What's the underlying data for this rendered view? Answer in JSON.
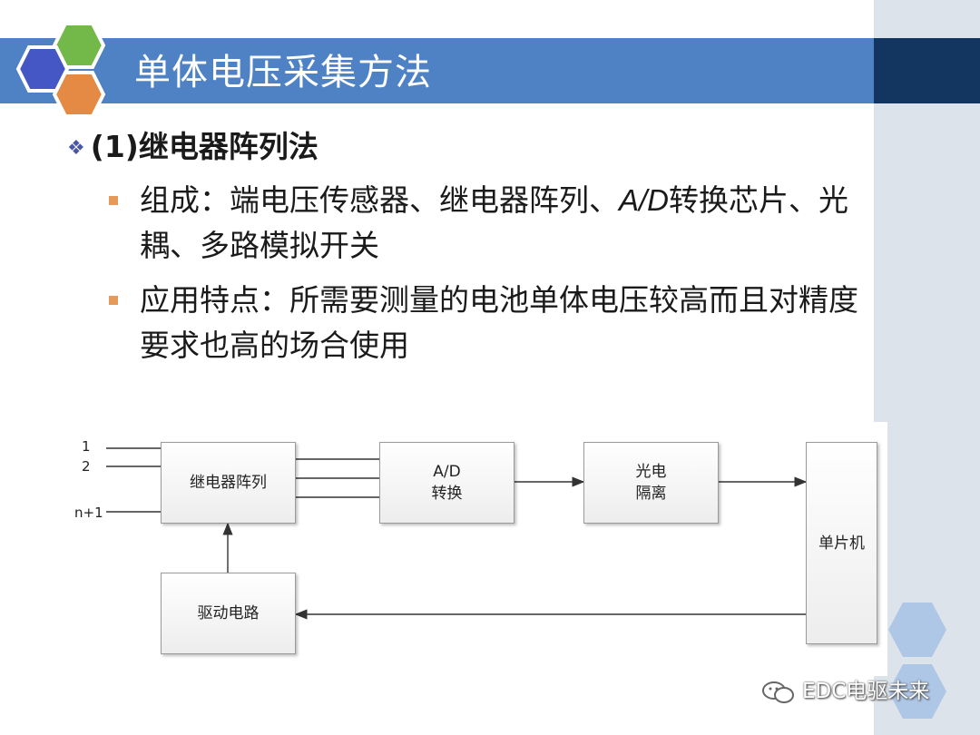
{
  "slide": {
    "title": "单体电压采集方法",
    "heading": "(1)继电器阵列法",
    "bullets": [
      {
        "pre": "组成：端电压传感器、继电器阵列、",
        "italic": "A/D",
        "post": "转换芯片、光耦、多路模拟开关"
      },
      {
        "pre": "应用特点：所需要测量的电池单体电压较高而且对精度要求也高的场合使用",
        "italic": "",
        "post": ""
      }
    ]
  },
  "diagram": {
    "inputs": [
      "1",
      "2",
      "n+1"
    ],
    "boxes": {
      "relay_array": "继电器阵列",
      "ad_converter": "A/D\n转换",
      "opto_isolation": "光电\n隔离",
      "mcu": "单片机",
      "driver_circuit": "驱动电路"
    }
  },
  "watermark": {
    "text": "EDC电驱未来",
    "icon": "wechat-icon"
  },
  "colors": {
    "title_bar": "#4f82c4",
    "title_bar_dark": "#12365f",
    "bullet_square": "#e59a5a",
    "diamond": "#4a57a8",
    "side_panel": "#dde3ea"
  }
}
